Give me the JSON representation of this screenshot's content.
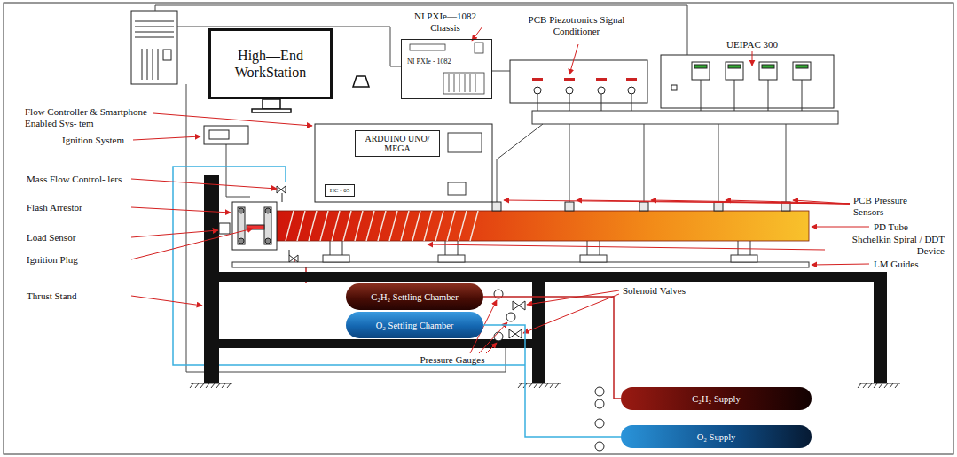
{
  "diagram": {
    "nodes": [
      {
        "text": [
          "High—End WorkStation"
        ]
      },
      {
        "text": [
          "NI PXIe - 1082"
        ]
      },
      {
        "text": [
          "ARDUINO UNO/ MEGA"
        ]
      },
      {
        "text": [
          "HC - 05"
        ]
      },
      {
        "text": [
          "C₂H₂ Settling Chamber"
        ]
      },
      {
        "text": [
          "O₂ Settling Chamber"
        ]
      },
      {
        "text": [
          "C₂H₂ Supply"
        ]
      },
      {
        "text": [
          "O₂ Supply"
        ]
      }
    ],
    "edges": [
      {
        "from": 6,
        "to": 4,
        "arrow": "none"
      },
      {
        "from": 7,
        "to": 5,
        "arrow": "none"
      }
    ],
    "labels": [
      "NI PXIe—1082 Chassis",
      "PCB Piezotronics Signal Conditioner",
      "UEIPAC 300",
      "Flow Controller & Smartphone Enabled Sys- tem",
      "Ignition System",
      "Mass Flow Control- lers",
      "Flash Arrestor",
      "Load Sensor",
      "Ignition Plug",
      "Thrust Stand",
      "PCB Pressure Sensors",
      "PD Tube",
      "Shchelkin Spiral / DDT Device",
      "LM Guides",
      "Solenoid Valves",
      "Pressure Gauges"
    ]
  }
}
